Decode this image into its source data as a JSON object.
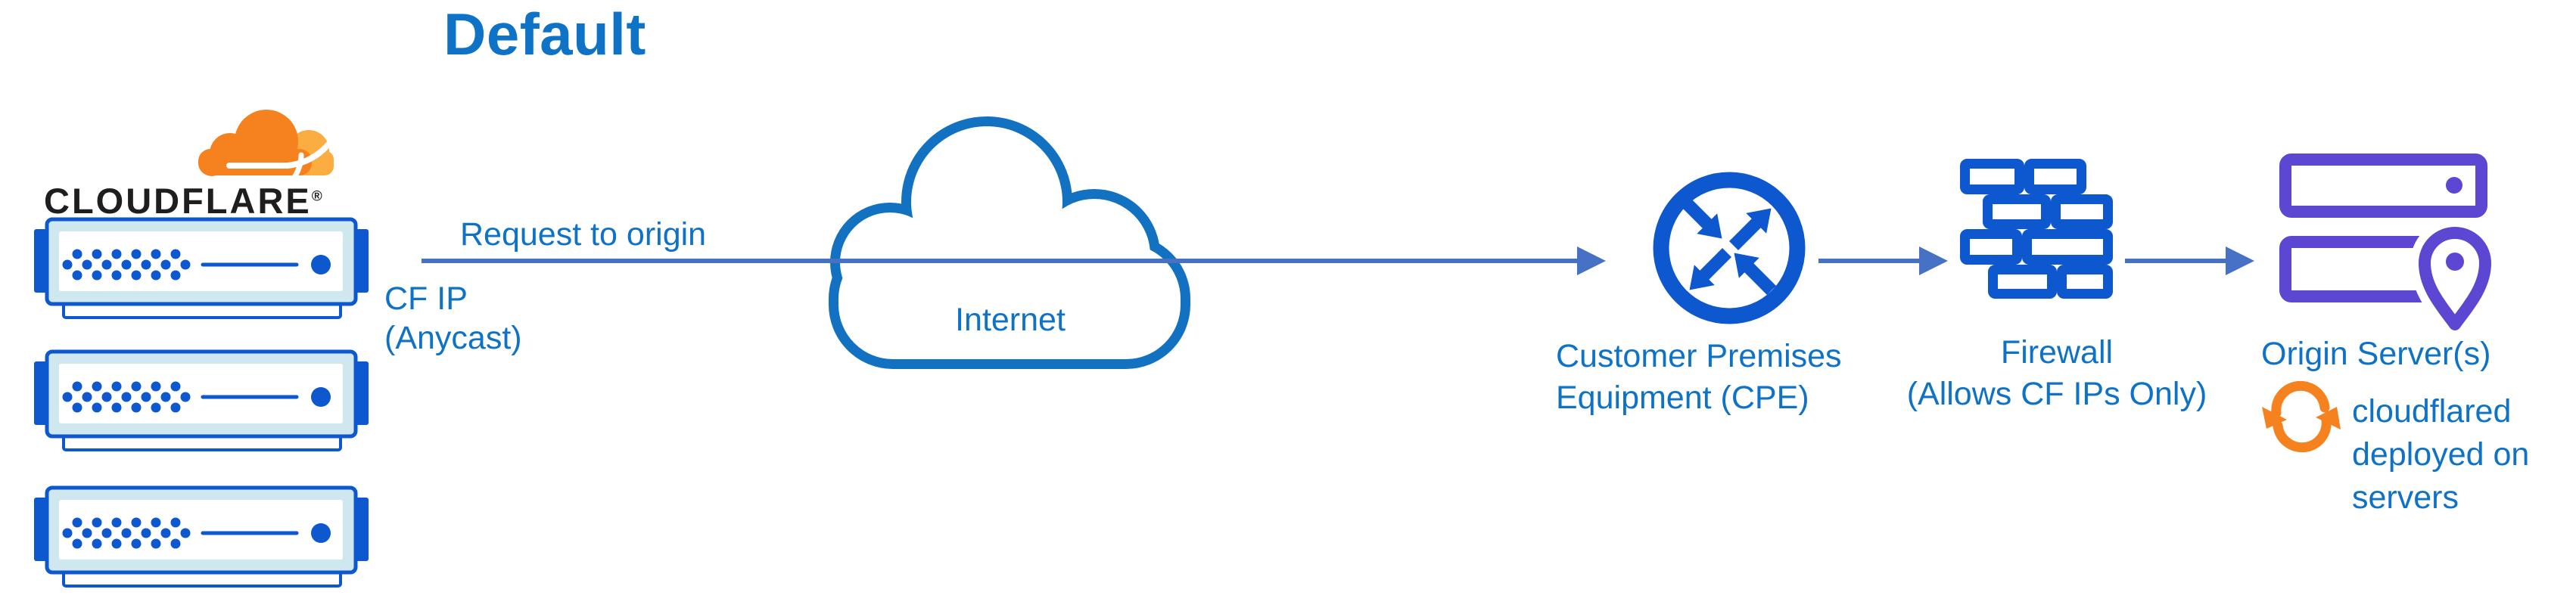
{
  "title": "Default",
  "cloudflare": {
    "wordmark": "CLOUDFLARE",
    "registered": "®",
    "cloud_icon": "cloudflare-cloud-icon",
    "edge_server_icon": "edge-server-icon",
    "server_count": 3
  },
  "request_arrow": {
    "label_above": "Request to origin",
    "label_below": "CF IP\n(Anycast)"
  },
  "internet": {
    "label": "Internet"
  },
  "nodes": {
    "cpe": {
      "label": "Customer Premises\nEquipment (CPE)",
      "icon": "router-arrows-icon"
    },
    "firewall": {
      "label": "Firewall\n(Allows CF IPs Only)",
      "icon": "brick-wall-icon"
    },
    "origin": {
      "label": "Origin Server(s)",
      "icon": "origin-servers-pin-icon"
    }
  },
  "note": {
    "text": "cloudflared\ndeployed on\nservers",
    "icon": "sync-arrows-icon"
  },
  "colors": {
    "heading_and_label_blue": "#0e72c6",
    "arrow_line_blue": "#4671c5",
    "icon_blue": "#0d57cf",
    "server_pale_fill": "#cfe8ef",
    "internet_cloud_outline": "#1371c2",
    "origin_purple": "#5b47d1",
    "cloudflare_orange": "#f6821f",
    "cloudflare_orange_light": "#fbad41",
    "wordmark_black": "#1e1e1e"
  }
}
